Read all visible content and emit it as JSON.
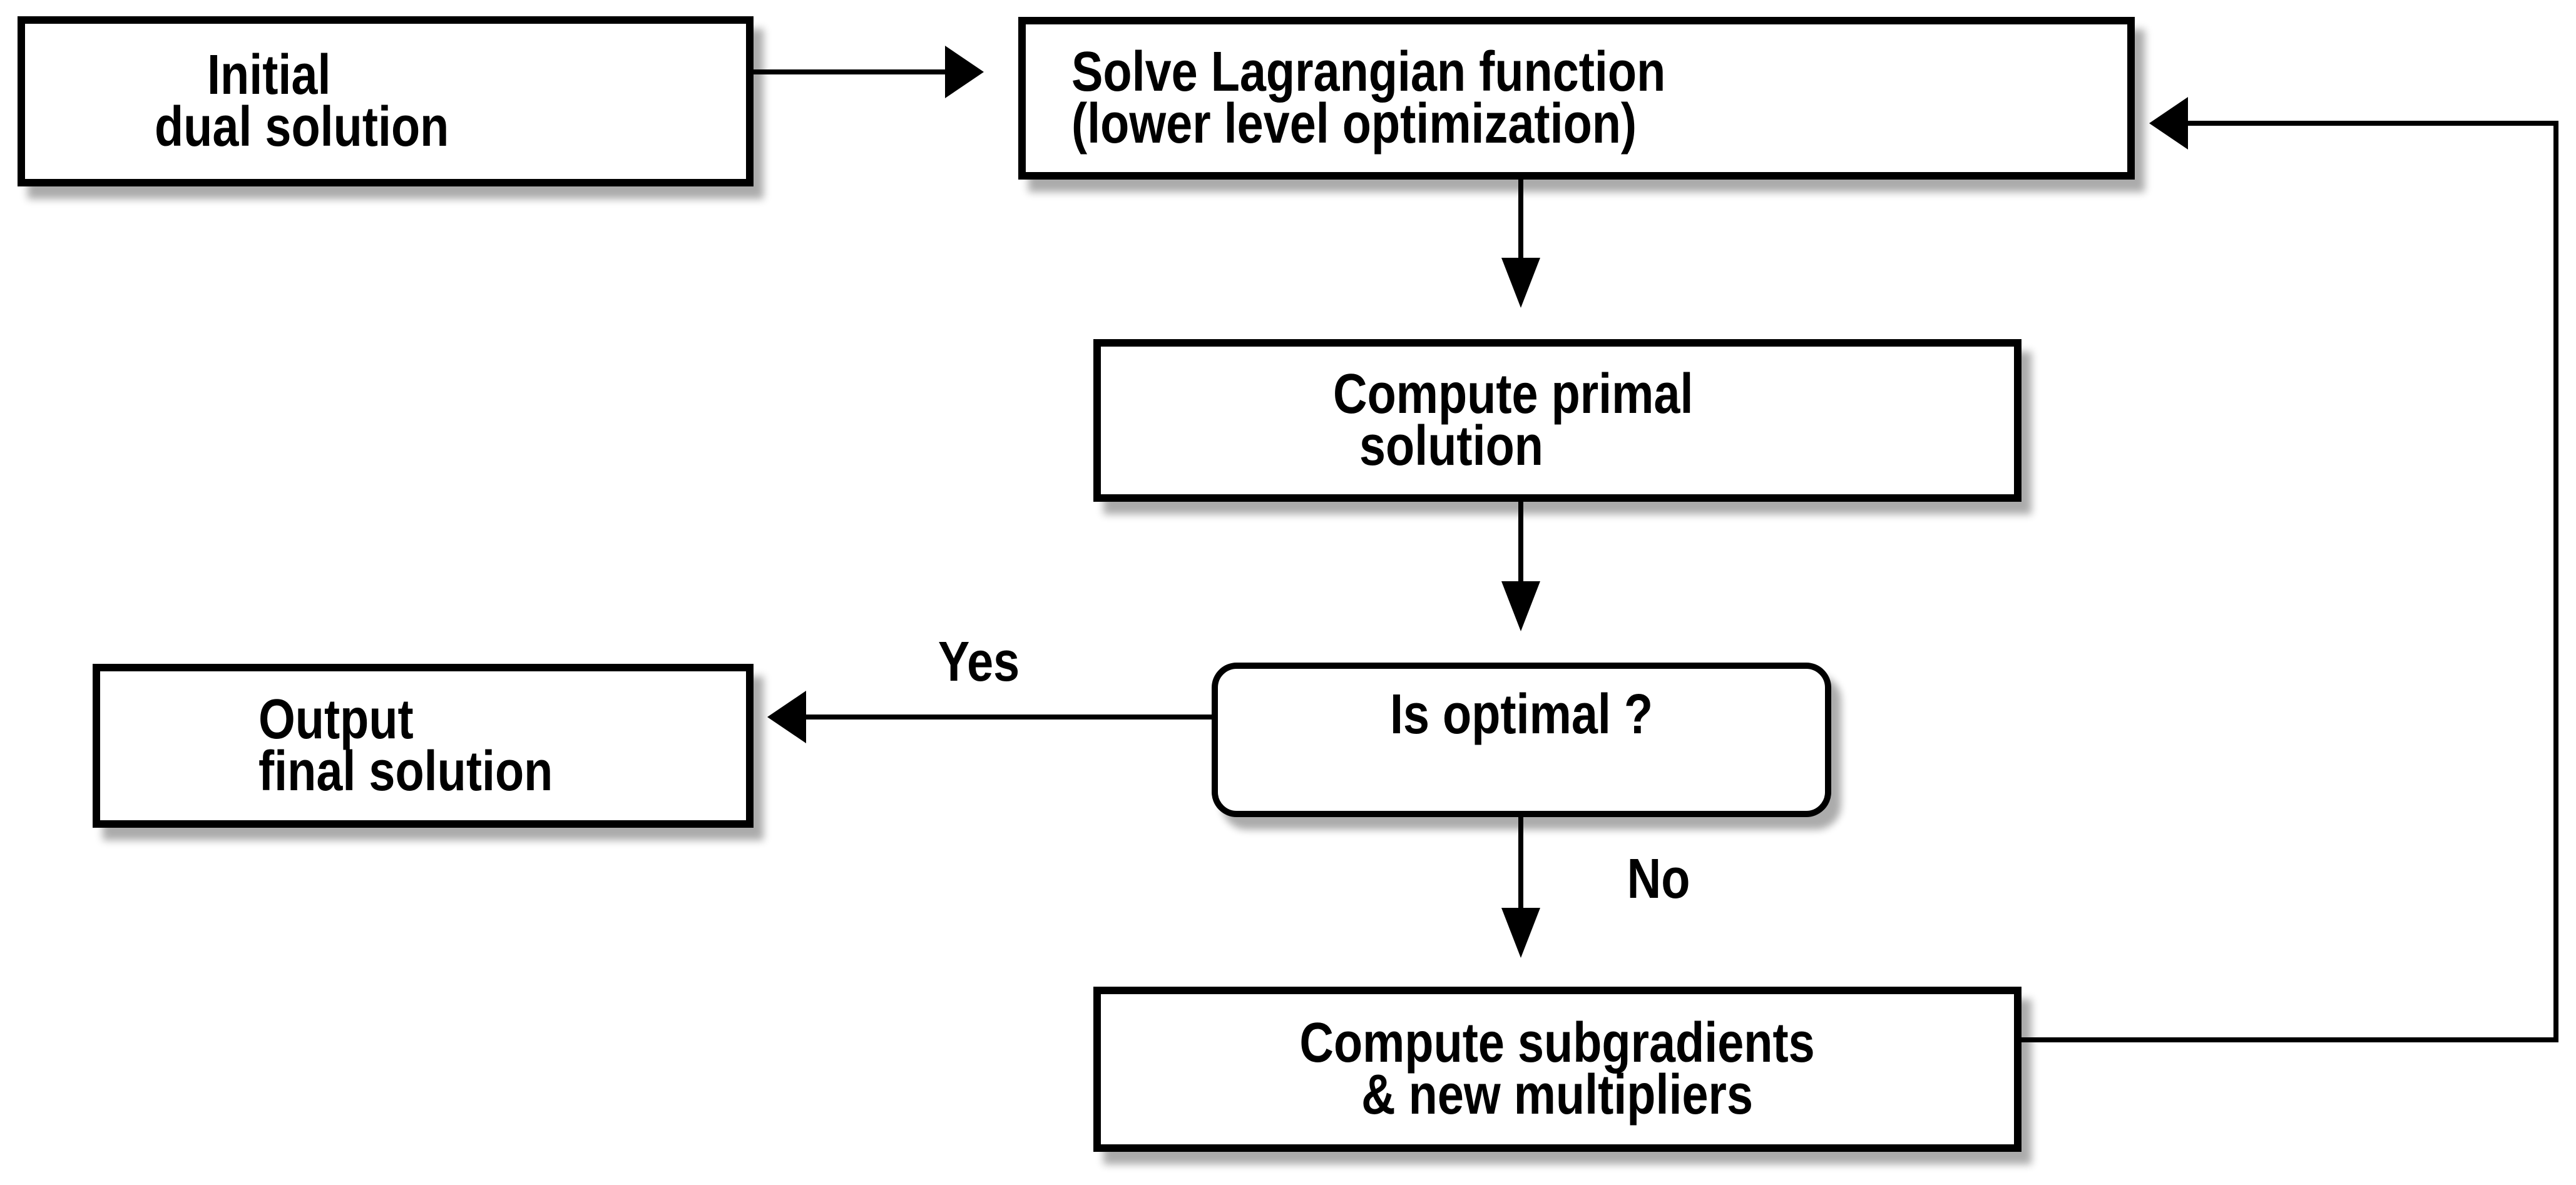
{
  "diagram": {
    "type": "flowchart",
    "colors": {
      "background": "#ffffff",
      "node_fill": "#ffffff",
      "stroke": "#000000"
    },
    "nodes": {
      "initial": {
        "label": "    Initial\ndual solution",
        "shape": "rectangle"
      },
      "solve": {
        "label": "Solve Lagrangian function\n(lower level optimization)",
        "shape": "rectangle"
      },
      "primal": {
        "label": "Compute primal\n  solution",
        "shape": "rectangle"
      },
      "decision": {
        "label": "Is optimal ?",
        "shape": "rounded-rectangle"
      },
      "output": {
        "label": "Output\nfinal solution",
        "shape": "rectangle"
      },
      "subgradients": {
        "label": "Compute subgradients\n& new multipliers",
        "shape": "rectangle"
      }
    },
    "edges": {
      "initial_to_solve": {
        "from": "initial",
        "to": "solve",
        "label": ""
      },
      "solve_to_primal": {
        "from": "solve",
        "to": "primal",
        "label": ""
      },
      "primal_to_decision": {
        "from": "primal",
        "to": "decision",
        "label": ""
      },
      "decision_to_output": {
        "from": "decision",
        "to": "output",
        "label": "Yes"
      },
      "decision_to_subgradients": {
        "from": "decision",
        "to": "subgradients",
        "label": "No"
      },
      "subgradients_to_solve": {
        "from": "subgradients",
        "to": "solve",
        "label": ""
      }
    }
  }
}
